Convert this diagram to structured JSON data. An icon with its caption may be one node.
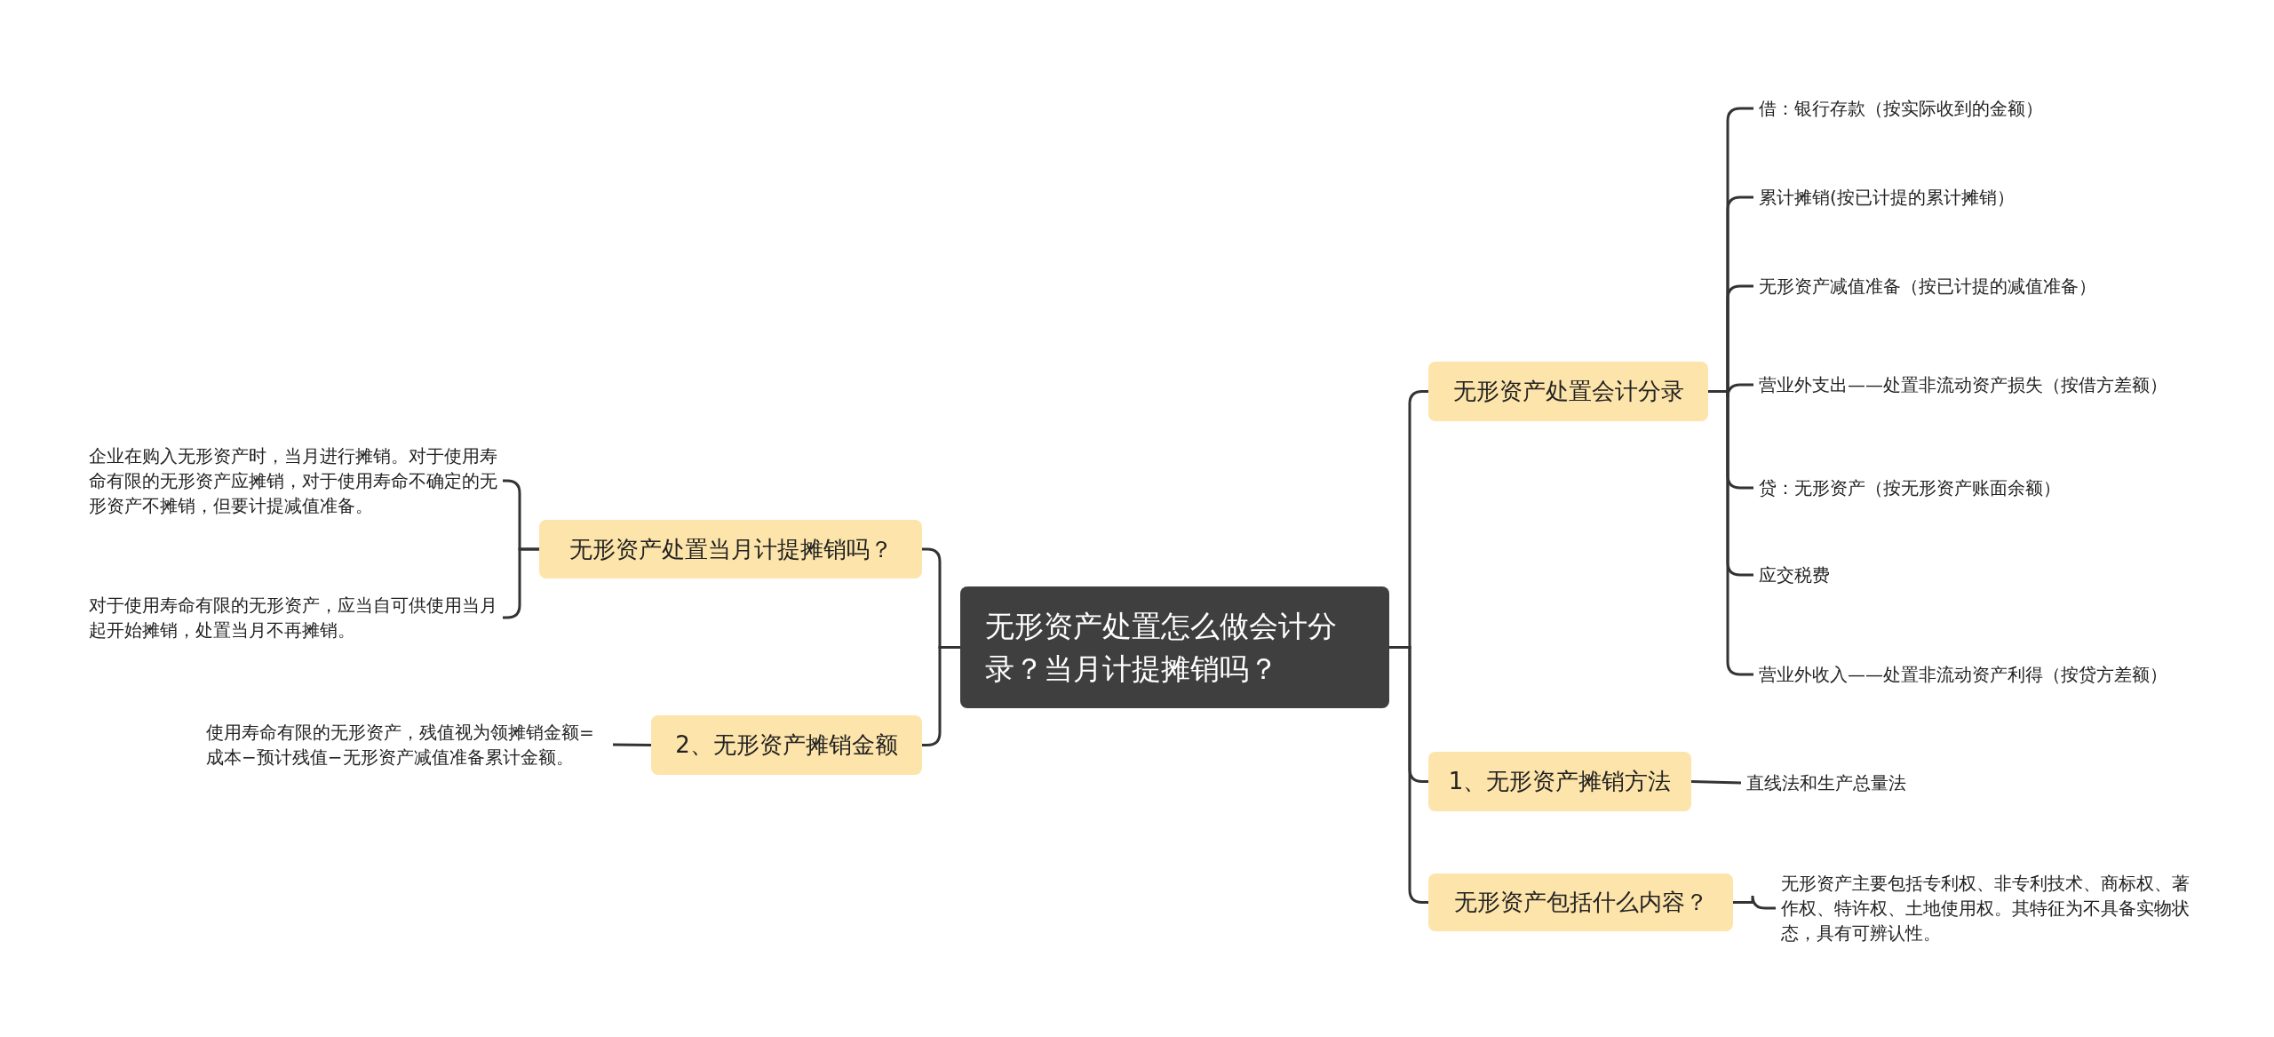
{
  "diagram": {
    "nodes": [
      {
        "text": [
          "无形资产处置怎么做会计分录？当月计提摊销吗？"
        ]
      },
      {
        "text": [
          "无形资产处置会计分录"
        ]
      },
      {
        "text": [
          "借：银行存款（按实际收到的金额）"
        ]
      },
      {
        "text": [
          "累计摊销(按已计提的累计摊销）"
        ]
      },
      {
        "text": [
          "无形资产减值准备（按已计提的减值准备）"
        ]
      },
      {
        "text": [
          "营业外支出——处置非流动资产损失（按借方差额）"
        ]
      },
      {
        "text": [
          "贷：无形资产（按无形资产账面余额）"
        ]
      },
      {
        "text": [
          "应交税费"
        ]
      },
      {
        "text": [
          "营业外收入——处置非流动资产利得（按贷方差额）"
        ]
      },
      {
        "text": [
          "1、无形资产摊销方法"
        ]
      },
      {
        "text": [
          "直线法和生产总量法"
        ]
      },
      {
        "text": [
          "无形资产包括什么内容？"
        ]
      },
      {
        "text": [
          "无形资产主要包括专利权、非专利技术、商标权、著作权、特许权、土地使用权。其特征为不具备实物状态，具有可辨认性。"
        ]
      },
      {
        "text": [
          "无形资产处置当月计提摊销吗？"
        ]
      },
      {
        "text": [
          "企业在购入无形资产时，当月进行摊销。对于使用寿命有限的无形资产应摊销，对于使用寿命不确定的无形资产不摊销，但要计提减值准备。"
        ]
      },
      {
        "text": [
          "对于使用寿命有限的无形资产，应当自可供使用当月起开始摊销，处置当月不再摊销。"
        ]
      },
      {
        "text": [
          "2、无形资产摊销金额"
        ]
      },
      {
        "text": [
          "使用寿命有限的无形资产，残值视为领摊销金额=成本−预计残值−无形资产减值准备累计金额。"
        ]
      }
    ],
    "edges": [
      {
        "from": 0,
        "to": 1,
        "arrow": "none"
      },
      {
        "from": 1,
        "to": 2,
        "arrow": "none"
      },
      {
        "from": 1,
        "to": 3,
        "arrow": "none"
      },
      {
        "from": 1,
        "to": 4,
        "arrow": "none"
      },
      {
        "from": 1,
        "to": 5,
        "arrow": "none"
      },
      {
        "from": 1,
        "to": 6,
        "arrow": "none"
      },
      {
        "from": 1,
        "to": 7,
        "arrow": "none"
      },
      {
        "from": 1,
        "to": 8,
        "arrow": "none"
      },
      {
        "from": 0,
        "to": 9,
        "arrow": "none"
      },
      {
        "from": 9,
        "to": 10,
        "arrow": "none"
      },
      {
        "from": 0,
        "to": 11,
        "arrow": "none"
      },
      {
        "from": 11,
        "to": 12,
        "arrow": "none"
      },
      {
        "from": 0,
        "to": 13,
        "arrow": "none"
      },
      {
        "from": 13,
        "to": 14,
        "arrow": "none"
      },
      {
        "from": 13,
        "to": 15,
        "arrow": "none"
      },
      {
        "from": 0,
        "to": 16,
        "arrow": "none"
      },
      {
        "from": 16,
        "to": 17,
        "arrow": "none"
      }
    ]
  }
}
